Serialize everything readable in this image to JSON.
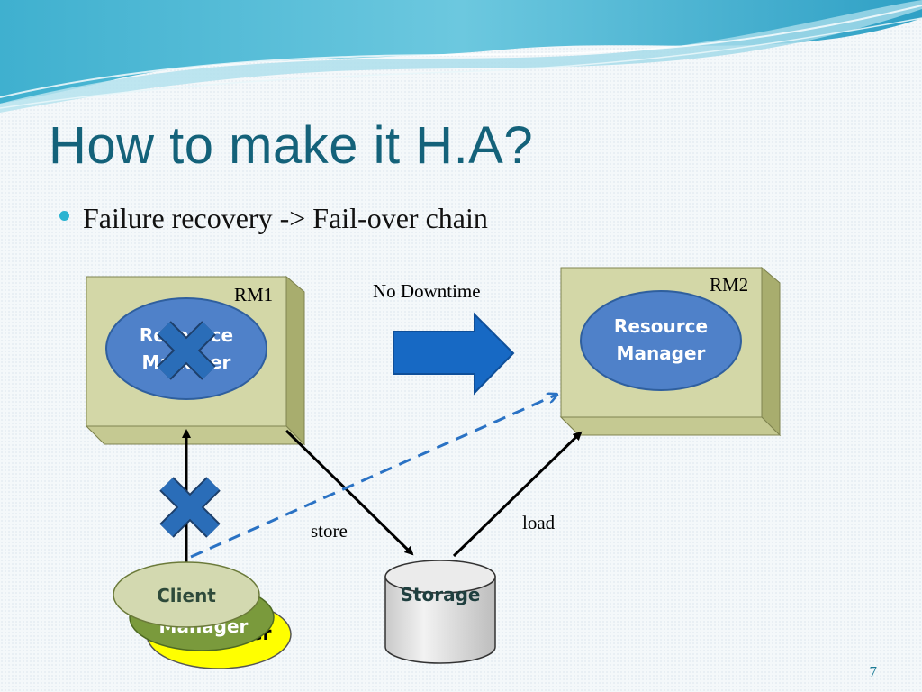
{
  "slide": {
    "title": "How to make it H.A?",
    "bullet": "Failure recovery -> Fail-over chain",
    "page_number": "7"
  },
  "diagram": {
    "rm1_label": "RM1",
    "rm1_node_line1": "Resource",
    "rm1_node_line2": "Manager",
    "rm1_status": "failed",
    "rm2_label": "RM2",
    "rm2_node_line1": "Resource",
    "rm2_node_line2": "Manager",
    "arrow_label": "No Downtime",
    "store_label": "store",
    "load_label": "load",
    "storage_label": "Storage",
    "client_label": "Client",
    "stack_label_middle": "Manager",
    "stack_label_back": "er",
    "client_link_status": "broken",
    "colors": {
      "title": "#14627a",
      "box_face": "#d3d7a7",
      "box_side": "#b8bd80",
      "ellipse": "#4f81c9",
      "failure_mark": "#2a6db8",
      "big_arrow": "#1769c4",
      "failover_line": "#2a72c4",
      "client": "#d3d9b0",
      "stack_middle": "#7a9a3c",
      "stack_back": "#ffff00"
    }
  }
}
